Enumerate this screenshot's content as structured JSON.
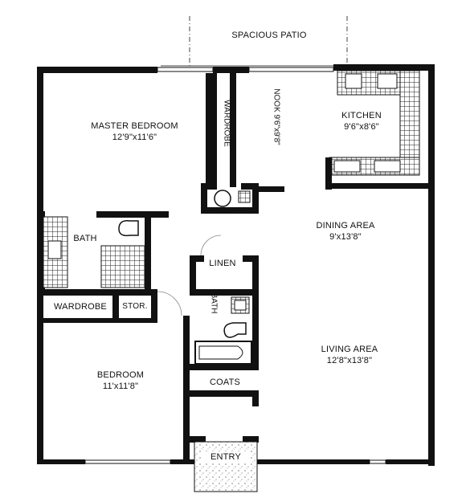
{
  "patio": {
    "label": "SPACIOUS PATIO"
  },
  "rooms": {
    "master_bedroom": {
      "name": "MASTER BEDROOM",
      "dims": "12'9\"x11'6\""
    },
    "kitchen": {
      "name": "KITCHEN",
      "dims": "9'6\"x8'6\""
    },
    "nook": {
      "name": "NOOK",
      "dims": "9'6\"x9'8\""
    },
    "wardrobe_master": {
      "name": "WARDROBE"
    },
    "bath_master": {
      "name": "BATH"
    },
    "wardrobe_bedroom": {
      "name": "WARDROBE"
    },
    "storage": {
      "name": "STOR."
    },
    "dining": {
      "name": "DINING AREA",
      "dims": "9'x13'8\""
    },
    "linen": {
      "name": "LINEN"
    },
    "bath_hall": {
      "name": "BATH"
    },
    "living": {
      "name": "LIVING AREA",
      "dims": "12'8\"x13'8\""
    },
    "bedroom": {
      "name": "BEDROOM",
      "dims": "11'x11'8\""
    },
    "coats": {
      "name": "COATS"
    },
    "entry": {
      "name": "ENTRY"
    }
  },
  "colors": {
    "wall": "#111111",
    "paper": "#ffffff",
    "tile": "#222222"
  }
}
